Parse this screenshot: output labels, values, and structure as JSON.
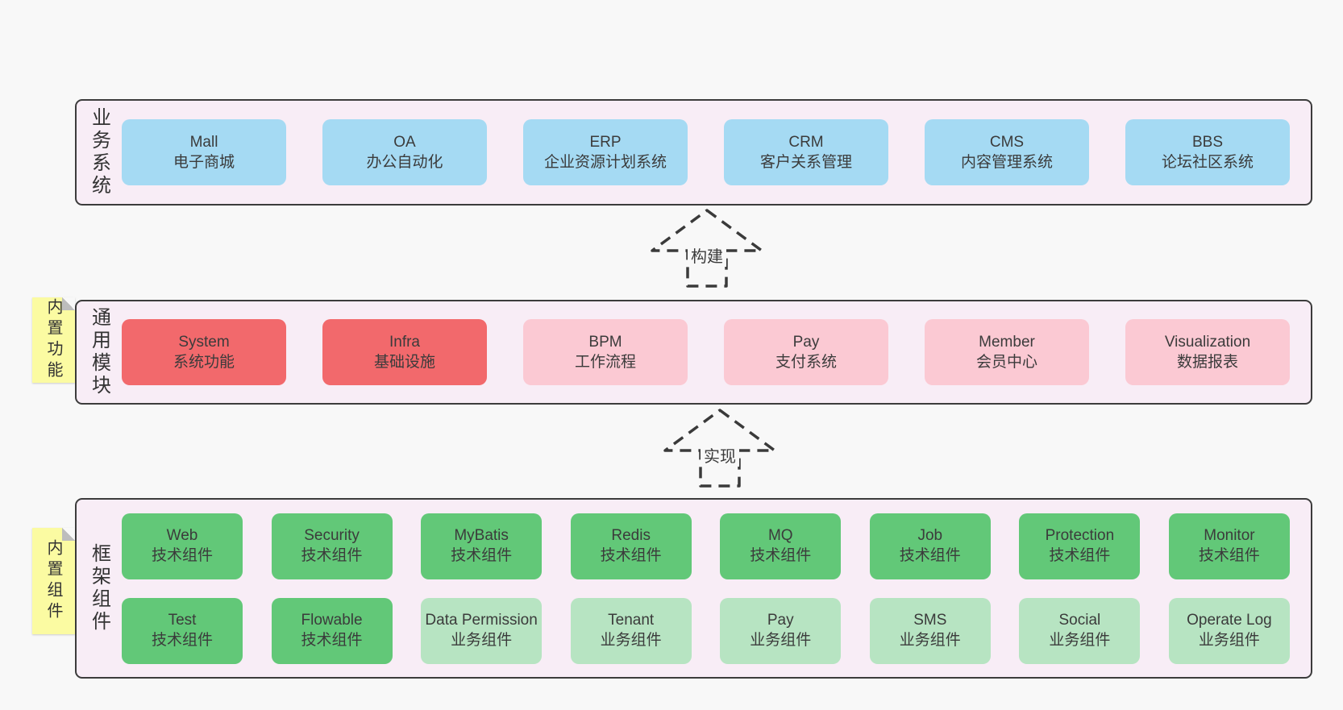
{
  "diagram": {
    "colors": {
      "page_bg": "#F8F8F8",
      "panel_bg": "#F8EDF6",
      "panel_border": "#3C3C3C",
      "sticky_bg": "#FBFBA2",
      "sticky_fold": "#BDBDBD",
      "blue": "#A5DAF3",
      "red": "#F2696C",
      "pink": "#FBC9D3",
      "tech_green": "#62C878",
      "biz_green": "#B7E4C2",
      "text": "#3B3B3B"
    },
    "arrows": [
      {
        "label": "构建"
      },
      {
        "label": "实现"
      }
    ],
    "layers": [
      {
        "label": "业务系统",
        "boxes": [
          {
            "title": "Mall",
            "subtitle": "电子商城",
            "color": "#A5DAF3"
          },
          {
            "title": "OA",
            "subtitle": "办公自动化",
            "color": "#A5DAF3"
          },
          {
            "title": "ERP",
            "subtitle": "企业资源计划系统",
            "color": "#A5DAF3"
          },
          {
            "title": "CRM",
            "subtitle": "客户关系管理",
            "color": "#A5DAF3"
          },
          {
            "title": "CMS",
            "subtitle": "内容管理系统",
            "color": "#A5DAF3"
          },
          {
            "title": "BBS",
            "subtitle": "论坛社区系统",
            "color": "#A5DAF3"
          }
        ]
      },
      {
        "label": "通用模块",
        "sticky": "内置功能",
        "boxes": [
          {
            "title": "System",
            "subtitle": "系统功能",
            "color": "#F2696C"
          },
          {
            "title": "Infra",
            "subtitle": "基础设施",
            "color": "#F2696C"
          },
          {
            "title": "BPM",
            "subtitle": "工作流程",
            "color": "#FBC9D3"
          },
          {
            "title": "Pay",
            "subtitle": "支付系统",
            "color": "#FBC9D3"
          },
          {
            "title": "Member",
            "subtitle": "会员中心",
            "color": "#FBC9D3"
          },
          {
            "title": "Visualization",
            "subtitle": "数据报表",
            "color": "#FBC9D3"
          }
        ]
      },
      {
        "label": "框架组件",
        "sticky": "内置组件",
        "rows": [
          [
            {
              "title": "Web",
              "subtitle": "技术组件",
              "color": "#62C878"
            },
            {
              "title": "Security",
              "subtitle": "技术组件",
              "color": "#62C878"
            },
            {
              "title": "MyBatis",
              "subtitle": "技术组件",
              "color": "#62C878"
            },
            {
              "title": "Redis",
              "subtitle": "技术组件",
              "color": "#62C878"
            },
            {
              "title": "MQ",
              "subtitle": "技术组件",
              "color": "#62C878"
            },
            {
              "title": "Job",
              "subtitle": "技术组件",
              "color": "#62C878"
            },
            {
              "title": "Protection",
              "subtitle": "技术组件",
              "color": "#62C878"
            },
            {
              "title": "Monitor",
              "subtitle": "技术组件",
              "color": "#62C878"
            }
          ],
          [
            {
              "title": "Test",
              "subtitle": "技术组件",
              "color": "#62C878"
            },
            {
              "title": "Flowable",
              "subtitle": "技术组件",
              "color": "#62C878"
            },
            {
              "title": "Data Permission",
              "subtitle": "业务组件",
              "color": "#B7E4C2"
            },
            {
              "title": "Tenant",
              "subtitle": "业务组件",
              "color": "#B7E4C2"
            },
            {
              "title": "Pay",
              "subtitle": "业务组件",
              "color": "#B7E4C2"
            },
            {
              "title": "SMS",
              "subtitle": "业务组件",
              "color": "#B7E4C2"
            },
            {
              "title": "Social",
              "subtitle": "业务组件",
              "color": "#B7E4C2"
            },
            {
              "title": "Operate Log",
              "subtitle": "业务组件",
              "color": "#B7E4C2"
            }
          ]
        ]
      }
    ]
  }
}
